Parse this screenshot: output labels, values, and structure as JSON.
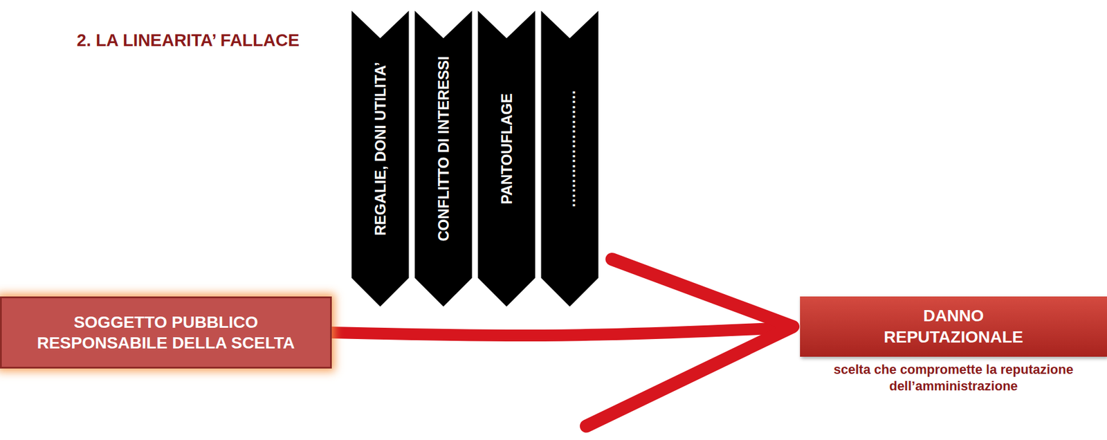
{
  "diagram": {
    "title": "2. LA LINEARITA’ FALLACE",
    "nodes": [
      {
        "text": [
          "REGALIE, DONI UTILITA’"
        ]
      },
      {
        "text": [
          "CONFLITTO DI INTERESSI"
        ]
      },
      {
        "text": [
          "PANTOUFLAGE"
        ]
      },
      {
        "text": [
          "……………………"
        ]
      },
      {
        "text": [
          "SOGGETTO PUBBLICO RESPONSABILE DELLA SCELTA"
        ]
      },
      {
        "text": [
          "DANNO REPUTAZIONALE",
          "scelta che compromette la reputazione dell’amministrazione"
        ]
      }
    ],
    "edges": [
      {
        "from": 4,
        "to": 5,
        "arrow": "to"
      }
    ]
  }
}
